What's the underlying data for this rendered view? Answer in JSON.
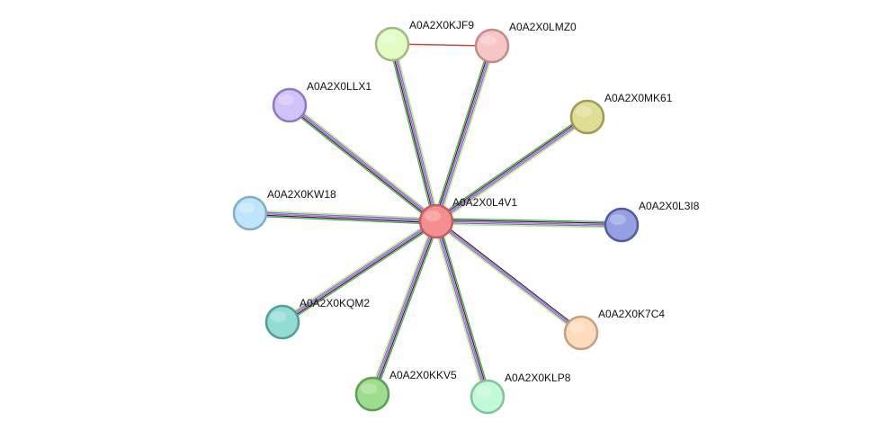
{
  "network": {
    "center": "A0A2X0L4V1",
    "nodes": [
      {
        "id": "A0A2X0L4V1",
        "label": "A0A2X0L4V1",
        "fill": "#f58e8e",
        "stroke": "#c45d5d"
      },
      {
        "id": "A0A2X0KJF9",
        "label": "A0A2X0KJF9",
        "fill": "#e2fcc4",
        "stroke": "#9cbb7e"
      },
      {
        "id": "A0A2X0LMZ0",
        "label": "A0A2X0LMZ0",
        "fill": "#f7c5c5",
        "stroke": "#c48a8a"
      },
      {
        "id": "A0A2X0LLX1",
        "label": "A0A2X0LLX1",
        "fill": "#d2c2fa",
        "stroke": "#8f77c4"
      },
      {
        "id": "A0A2X0MK61",
        "label": "A0A2X0MK61",
        "fill": "#e0dd94",
        "stroke": "#a09b52"
      },
      {
        "id": "A0A2X0KW18",
        "label": "A0A2X0KW18",
        "fill": "#c0e4f9",
        "stroke": "#7eaec8"
      },
      {
        "id": "A0A2X0L3I8",
        "label": "A0A2X0L3I8",
        "fill": "#96a0e0",
        "stroke": "#4f5aa8"
      },
      {
        "id": "A0A2X0KQM2",
        "label": "A0A2X0KQM2",
        "fill": "#92dcd3",
        "stroke": "#4f9e95"
      },
      {
        "id": "A0A2X0K7C4",
        "label": "A0A2X0K7C4",
        "fill": "#fcdcbd",
        "stroke": "#c4a07e"
      },
      {
        "id": "A0A2X0KKV5",
        "label": "A0A2X0KKV5",
        "fill": "#9edc8e",
        "stroke": "#5c9e4f"
      },
      {
        "id": "A0A2X0KLP8",
        "label": "A0A2X0KLP8",
        "fill": "#c2f9d6",
        "stroke": "#7ec49a"
      }
    ],
    "edges": [
      {
        "source": "A0A2X0L4V1",
        "target": "A0A2X0KJF9",
        "colors": [
          "#3fae3f",
          "#2b2b2b",
          "#c04ac8",
          "#4a7de0",
          "#c8e060"
        ]
      },
      {
        "source": "A0A2X0L4V1",
        "target": "A0A2X0LMZ0",
        "colors": [
          "#3fae3f",
          "#2b2b2b",
          "#c04ac8",
          "#4a7de0",
          "#c8e060"
        ]
      },
      {
        "source": "A0A2X0L4V1",
        "target": "A0A2X0LLX1",
        "colors": [
          "#3fae3f",
          "#2b2b2b",
          "#c04ac8",
          "#4a7de0",
          "#c8e060"
        ]
      },
      {
        "source": "A0A2X0L4V1",
        "target": "A0A2X0MK61",
        "colors": [
          "#3fae3f",
          "#2b2b2b",
          "#c04ac8",
          "#4a7de0",
          "#c8e060"
        ]
      },
      {
        "source": "A0A2X0L4V1",
        "target": "A0A2X0KW18",
        "colors": [
          "#3fae3f",
          "#2b2b2b",
          "#c04ac8",
          "#4a7de0",
          "#c8e060"
        ]
      },
      {
        "source": "A0A2X0L4V1",
        "target": "A0A2X0L3I8",
        "colors": [
          "#3fae3f",
          "#2b2b2b",
          "#c04ac8",
          "#4a7de0",
          "#c8e060"
        ]
      },
      {
        "source": "A0A2X0L4V1",
        "target": "A0A2X0KQM2",
        "colors": [
          "#3fae3f",
          "#2b2b2b",
          "#c04ac8",
          "#4a7de0",
          "#c8e060"
        ]
      },
      {
        "source": "A0A2X0L4V1",
        "target": "A0A2X0K7C4",
        "colors": [
          "#2b2b2b",
          "#c04ac8",
          "#4a7de0",
          "#c8e060"
        ]
      },
      {
        "source": "A0A2X0L4V1",
        "target": "A0A2X0KKV5",
        "colors": [
          "#3fae3f",
          "#2b2b2b",
          "#c04ac8",
          "#4a7de0",
          "#c8e060"
        ]
      },
      {
        "source": "A0A2X0L4V1",
        "target": "A0A2X0KLP8",
        "colors": [
          "#3fae3f",
          "#2b2b2b",
          "#c04ac8",
          "#4a7de0",
          "#c8e060"
        ]
      },
      {
        "source": "A0A2X0KJF9",
        "target": "A0A2X0LMZ0",
        "colors": [
          "#e03a3a"
        ]
      }
    ]
  }
}
